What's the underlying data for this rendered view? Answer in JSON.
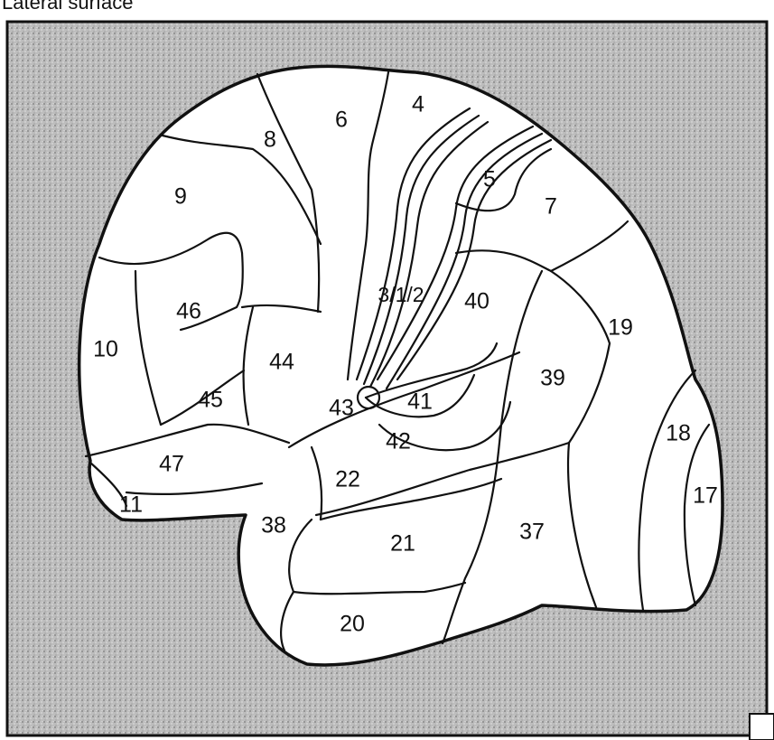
{
  "caption": "Lateral surface",
  "colors": {
    "background_stipple": "#b8b8b8",
    "brain_fill": "#ffffff",
    "outline": "#111111"
  },
  "areas": [
    {
      "key": "a4",
      "label": "4"
    },
    {
      "key": "a6",
      "label": "6"
    },
    {
      "key": "a8",
      "label": "8"
    },
    {
      "key": "a9",
      "label": "9"
    },
    {
      "key": "a5",
      "label": "5"
    },
    {
      "key": "a7",
      "label": "7"
    },
    {
      "key": "a312",
      "label": "3/1/2"
    },
    {
      "key": "a40",
      "label": "40"
    },
    {
      "key": "a46",
      "label": "46"
    },
    {
      "key": "a10",
      "label": "10"
    },
    {
      "key": "a44",
      "label": "44"
    },
    {
      "key": "a45",
      "label": "45"
    },
    {
      "key": "a19",
      "label": "19"
    },
    {
      "key": "a39",
      "label": "39"
    },
    {
      "key": "a43",
      "label": "43"
    },
    {
      "key": "a41",
      "label": "41"
    },
    {
      "key": "a42",
      "label": "42"
    },
    {
      "key": "a18",
      "label": "18"
    },
    {
      "key": "a47",
      "label": "47"
    },
    {
      "key": "a22",
      "label": "22"
    },
    {
      "key": "a17",
      "label": "17"
    },
    {
      "key": "a11",
      "label": "11"
    },
    {
      "key": "a38",
      "label": "38"
    },
    {
      "key": "a37",
      "label": "37"
    },
    {
      "key": "a21",
      "label": "21"
    },
    {
      "key": "a20",
      "label": "20"
    }
  ]
}
